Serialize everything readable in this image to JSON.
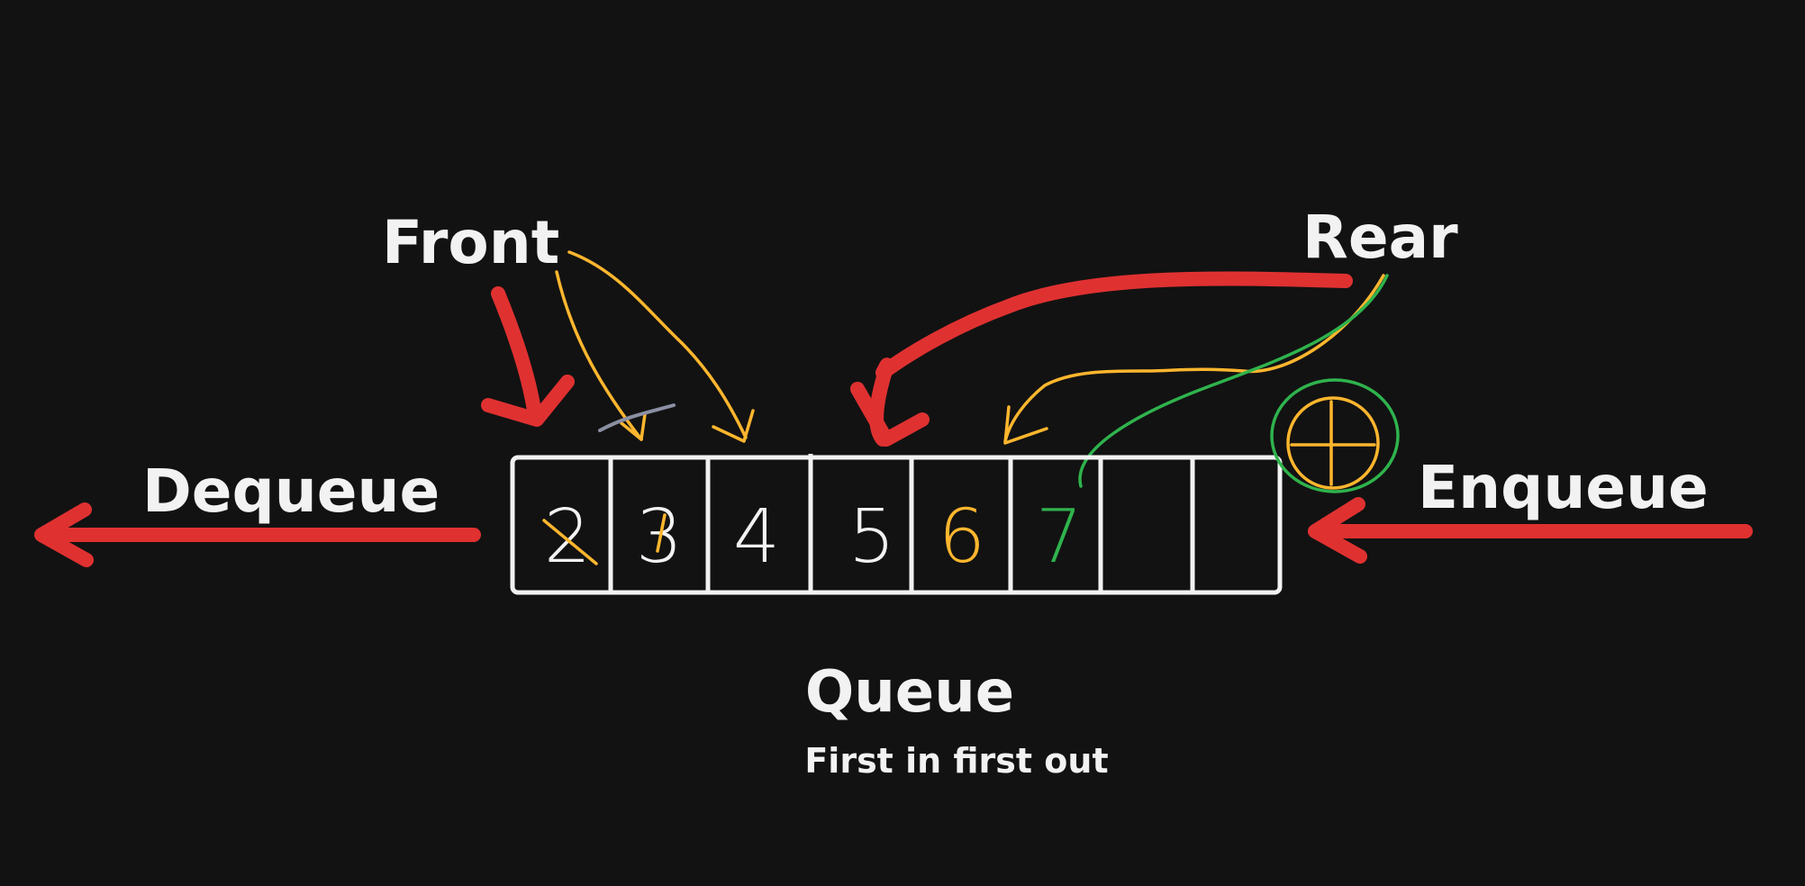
{
  "labels": {
    "front": "Front",
    "rear": "Rear",
    "dequeue": "Dequeue",
    "enqueue": "Enqueue",
    "title": "Queue",
    "subtitle": "First in first out"
  },
  "queue": {
    "cells": [
      "2",
      "3",
      "4",
      "5",
      "6",
      "7",
      "",
      ""
    ],
    "struck_values": [
      "2",
      "3"
    ],
    "incoming_value_icon": "circled-plus-icon"
  },
  "colors": {
    "background": "#121212",
    "foreground": "#f2f2f2",
    "arrow_red": "#e03131",
    "annotation_orange": "#ffb62e",
    "annotation_green": "#2fb34d",
    "strike_gray": "#8a8fa3"
  }
}
